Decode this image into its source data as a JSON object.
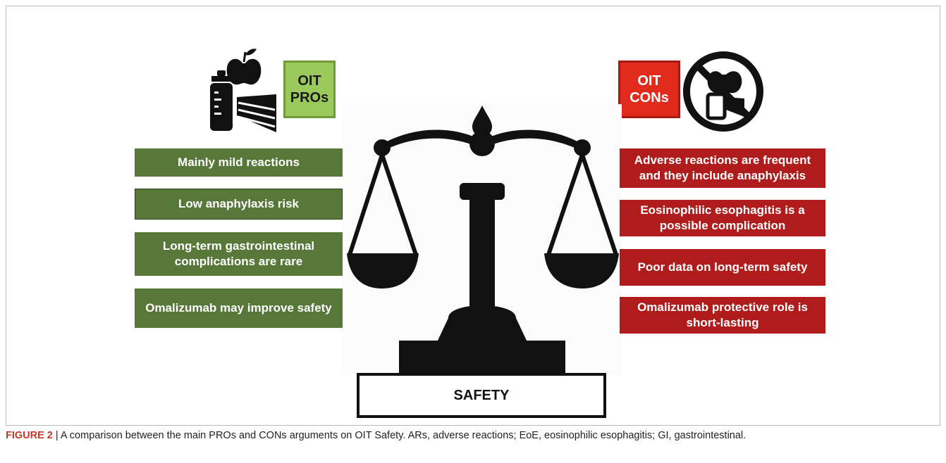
{
  "pros": {
    "tag": "OIT\nPROs",
    "items": [
      "Mainly mild reactions",
      "Low anaphylaxis risk",
      "Long-term gastrointestinal complications are rare",
      "Omalizumab may improve safety"
    ]
  },
  "cons": {
    "tag": "OIT\nCONs",
    "items": [
      "Adverse reactions are frequent and they include anaphylaxis",
      "Eosinophilic esophagitis is a possible complication",
      "Poor data on long-term safety",
      "Omalizumab protective role is short-lasting"
    ]
  },
  "base_label": "SAFETY",
  "caption": {
    "label": "FIGURE 2",
    "separator": " | ",
    "text": "A comparison between the main PROs and CONs arguments on OIT Safety. ARs, adverse reactions; EoE, eosinophilic esophagitis; GI, gastrointestinal."
  },
  "colors": {
    "pro_box": "#58783a",
    "pro_tag": "#9bc95c",
    "con_box": "#b01b1b",
    "con_tag": "#e02a1c"
  },
  "icons": [
    "food-icon",
    "no-food-icon",
    "balance-scale-icon"
  ]
}
